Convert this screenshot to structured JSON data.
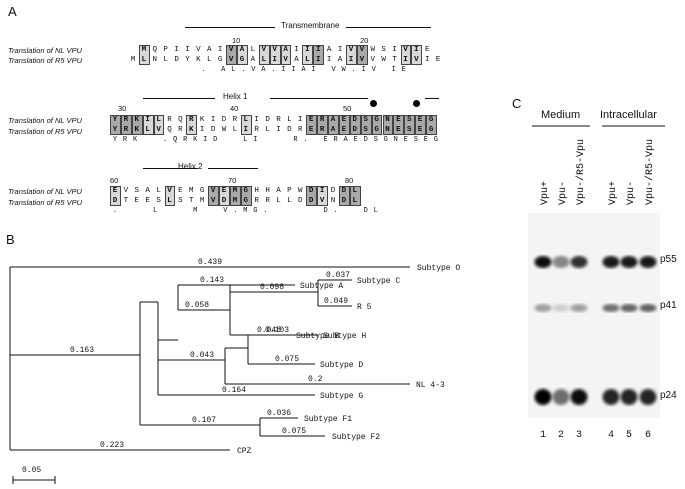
{
  "panelA": {
    "letter": "A",
    "rows": [
      {
        "annot": {
          "text": "Transmembrane",
          "dash1": true,
          "dash2": true
        },
        "numbers": [
          {
            "pos": 13,
            "text": "10"
          },
          {
            "pos": 23,
            "text": "20"
          }
        ],
        "dots": [],
        "label1": "Translation of NL VPU",
        "label2": "Translation of R5 VPU",
        "seq1": "-MQPIIVAIVALVVAIIIAIVVWSIVIE",
        "seq2": "MLNLDYKLGVGALIVALIIAIVVWTIVIE",
        "cons": "       . AL.VA.IIAI VW.IV IE"
      },
      {
        "annot": {
          "text": "Helix 1"
        },
        "numbers": [
          {
            "pos": 2,
            "text": "30"
          },
          {
            "pos": 12,
            "text": "40"
          },
          {
            "pos": 22,
            "text": "50"
          }
        ],
        "dots": [
          25,
          31
        ],
        "label1": "Translation of NL VPU",
        "label2": "Translation of R5 VPU",
        "seq1": "YRKILRQRKIDRLIDRLIERAEDSGNESEG",
        "seq2": "YRKLVQRKIDWLIRLIDRERAEDSGNESEG",
        "cons": "YRK  .QRKID  LI   R. ERAEDSGNESEG"
      },
      {
        "annot": {
          "text": "Helix 2"
        },
        "numbers": [
          {
            "pos": 1,
            "text": "60"
          },
          {
            "pos": 11,
            "text": "70"
          },
          {
            "pos": 21,
            "text": "80"
          }
        ],
        "dots": [],
        "label1": "Translation of NL VPU",
        "label2": "Translation of R5 VPU",
        "seq1": "EVSALVEMGVEMGHHAPWDIDDL",
        "seq2": "DTEESLSTMVDMGRRLLDDVNDL",
        "cons": ".   L   M  V.MG.     D.  DL"
      }
    ]
  },
  "panelB": {
    "letter": "B",
    "scale_label": "0.05",
    "taxa": [
      "Subtype O",
      "Subtype A",
      "Subtype C",
      "R 5",
      "Subtype H",
      "Subtype B",
      "Subtype D",
      "NL 4-3",
      "Subtype G",
      "Subtype F1",
      "Subtype F2",
      "CPZ"
    ],
    "branch_lengths": [
      "0.439",
      "0.143",
      "0.037",
      "0.098",
      "0.049",
      "0.058",
      "0.103",
      "0.048",
      "0.043",
      "0.075",
      "0.2",
      "0.164",
      "0.036",
      "0.107",
      "0.075",
      "0.163",
      "0.223"
    ]
  },
  "panelC": {
    "letter": "C",
    "group1": "Medium",
    "group2": "Intracellular",
    "lane_labels": [
      "Vpu+",
      "Vpu-",
      "Vpu-/R5-Vpu",
      "Vpu+",
      "Vpu-",
      "Vpu-/R5-Vpu"
    ],
    "lane_numbers": [
      "1",
      "2",
      "3",
      "4",
      "5",
      "6"
    ],
    "band_labels": [
      "p55",
      "p41",
      "p24"
    ],
    "intensity": {
      "p55": [
        0.95,
        0.45,
        0.8,
        0.9,
        0.9,
        0.9
      ],
      "p41": [
        0.35,
        0.15,
        0.35,
        0.55,
        0.6,
        0.6
      ],
      "p24": [
        1.0,
        0.55,
        0.95,
        0.85,
        0.85,
        0.85
      ]
    }
  }
}
